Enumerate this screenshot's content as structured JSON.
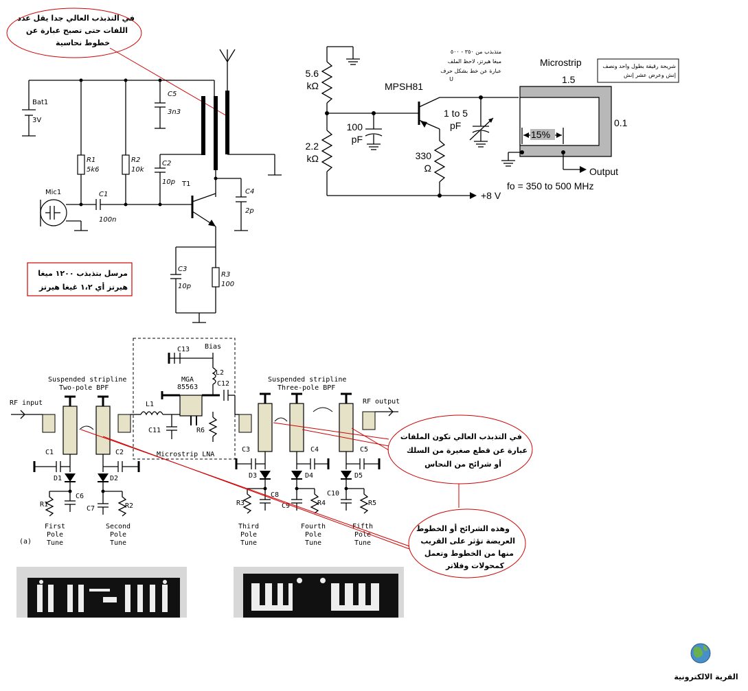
{
  "circuit1": {
    "callout": [
      "في التذبذب العالي جدا يقل عدد",
      "اللفات حتى تصبح عبارة عن",
      "خطوط نحاسية"
    ],
    "battery": "Bat1",
    "battery_v": "3V",
    "r1": "R1",
    "r1_val": "5k6",
    "r2": "R2",
    "r2_val": "10k",
    "c5": "C5",
    "c5_val": "3n3",
    "c2": "C2",
    "c2_val": "10p",
    "t1": "T1",
    "mic": "Mic1",
    "c1": "C1",
    "c1_val": "100n",
    "c4": "C4",
    "c4_val": "2p",
    "c3": "C3",
    "c3_val": "10p",
    "r3": "R3",
    "r3_val": "100",
    "note": [
      "مرسل بتذبذب ١٢٠٠ ميغا",
      "هيرتز أي ١،٢ غيغا هيرتز"
    ]
  },
  "circuit2": {
    "r_top": [
      "5.6",
      "kΩ"
    ],
    "r_bot": [
      "2.2",
      "kΩ"
    ],
    "cap": [
      "100",
      "pF"
    ],
    "transistor": "MPSH81",
    "trim": [
      "1 to 5",
      "pF"
    ],
    "r_e": [
      "330",
      "Ω"
    ],
    "supply": "+8 V",
    "microstrip": "Microstrip",
    "len": "1.5",
    "width": "0.1",
    "tap": "15%",
    "output": "Output",
    "freq": "fo = 350 to 500 MHz",
    "note_osc": [
      "متذبذب من ٣٥٠ - ٥٠٠",
      "ميغا هيرتز، لاحظ الملف",
      "عبارة عن خط بشكل حرف",
      "U"
    ],
    "note_strip": [
      "شريحة رقيقة بطول واحد ونصف",
      "إنش وعرض عشر إنش"
    ]
  },
  "circuit3": {
    "rf_in": "RF input",
    "rf_out": "RF output",
    "bpf2": [
      "Suspended stripline",
      "Two-pole BPF"
    ],
    "bpf3": [
      "Suspended stripline",
      "Three-pole BPF"
    ],
    "lna": "Microstrip LNA",
    "mga": [
      "MGA",
      "85563"
    ],
    "bias": "Bias",
    "c13": "C13",
    "l2": "L2",
    "c12": "C12",
    "l1": "L1",
    "c11": "C11",
    "r6": "R6",
    "c1": "C1",
    "c2": "C2",
    "c3": "C3",
    "c4": "C4",
    "c5": "C5",
    "c6": "C6",
    "c7": "C7",
    "c8": "C8",
    "c9": "C9",
    "c10": "C10",
    "d1": "D1",
    "d2": "D2",
    "d3": "D3",
    "d4": "D4",
    "d5": "D5",
    "r1": "R1",
    "r2": "R2",
    "r3": "R3",
    "r4": "R4",
    "r5": "R5",
    "tunes": [
      [
        "First",
        "Pole",
        "Tune"
      ],
      [
        "Second",
        "Pole",
        "Tune"
      ],
      [
        "Third",
        "Pole",
        "Tune"
      ],
      [
        "Fourth",
        "Pole",
        "Tune"
      ],
      [
        "Fifth",
        "Pole",
        "Tune"
      ]
    ],
    "fig": "(a)",
    "callout1": [
      "في التذبذب العالي تكون الملفات",
      "عبارة عن قطع صغيرة من السلك",
      "أو شرائح من النحاس"
    ],
    "callout2": [
      "وهذه الشرائح أو الخطوط",
      "العريضة تؤثر على القريب",
      "منها من الخطوط وتعمل",
      "كمحولات وفلاتر"
    ]
  },
  "logo": {
    "text": "القرية الالكترونية"
  }
}
